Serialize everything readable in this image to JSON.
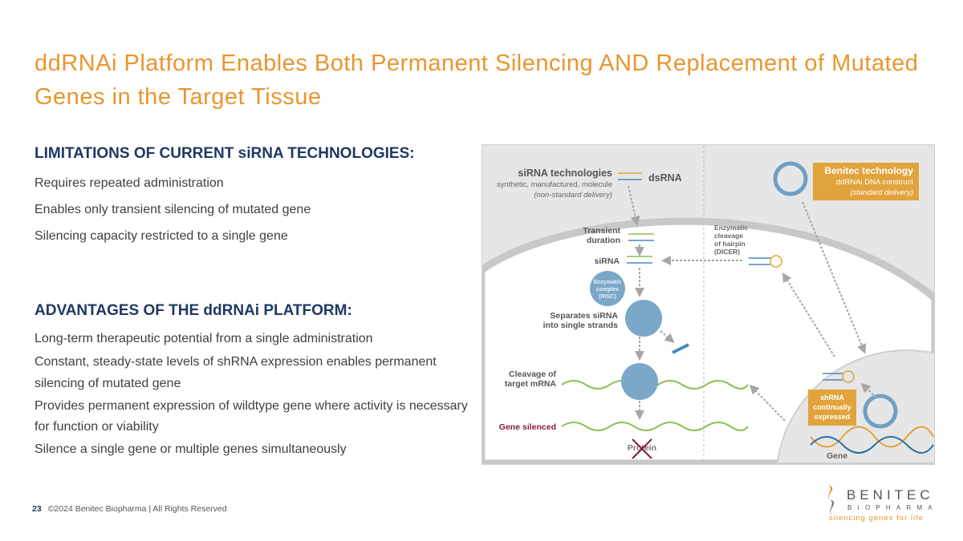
{
  "title": "ddRNAi Platform Enables Both Permanent Silencing AND Replacement of Mutated Genes in the Target Tissue",
  "limitations": {
    "heading": "LIMITATIONS OF CURRENT siRNA TECHNOLOGIES:",
    "items": [
      "Requires repeated administration",
      "Enables only transient silencing of mutated gene",
      "Silencing capacity restricted to a single gene"
    ]
  },
  "advantages": {
    "heading": "ADVANTAGES OF THE ddRNAi PLATFORM:",
    "items": [
      "Long-term therapeutic potential from a single administration",
      "Constant, steady-state levels of shRNA expression enables permanent",
      "silencing of mutated gene",
      "Provides permanent expression of wildtype gene where activity is necessary",
      "for function or viability",
      "Silence a single gene or multiple genes simultaneously"
    ]
  },
  "diagram": {
    "sirna_title": "siRNA technologies",
    "sirna_sub": "synthetic, manufactured, molecule",
    "sirna_delivery": "(non-standard delivery)",
    "dsrna": "dsRNA",
    "benitec_title": "Benitec technology",
    "benitec_sub": "ddRNAi DNA construct",
    "benitec_delivery": "(standard delivery)",
    "transient_1": "Transient",
    "transient_2": "duration",
    "sirna": "siRNA",
    "enz_1": "Enzymatic",
    "enz_2": "complex",
    "enz_3": "(RISC)",
    "sep_1": "Separates siRNA",
    "sep_2": "into single strands",
    "cleave_1": "Cleavage of",
    "cleave_2": "target mRNA",
    "silenced": "Gene silenced",
    "protein": "Protein",
    "dicer_1": "Enzymatic",
    "dicer_2": "cleavage",
    "dicer_3": "of hairpin",
    "dicer_4": "(DICER)",
    "sh_1": "shRNA",
    "sh_2": "continually",
    "sh_3": "expressed",
    "gene": "Gene"
  },
  "footer": {
    "page": "23",
    "copyright": "©2024 Benitec Biopharma | All Rights Reserved"
  },
  "logo": {
    "name": "BENITEC",
    "sub": "BIOPHARMA",
    "tagline": "silencing genes for life"
  },
  "colors": {
    "orange": "#e8962e",
    "navy": "#1f3864",
    "blue": "#6f9fc4",
    "green": "#8cc152"
  }
}
